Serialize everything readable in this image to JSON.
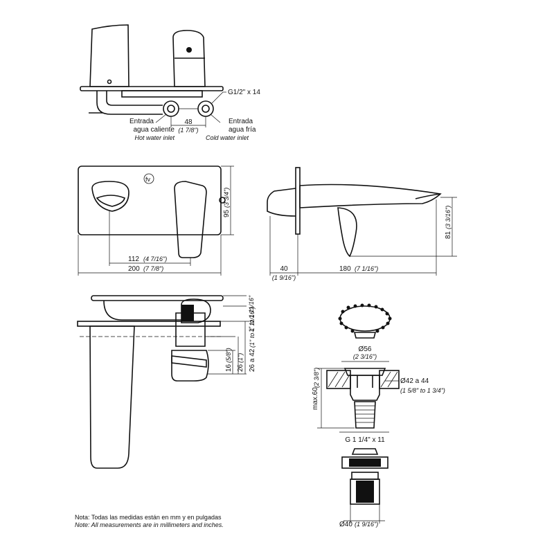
{
  "top_view": {
    "thread": "G1/2\" x 14",
    "spacing": "48",
    "spacing_in": "(1 7/8\")",
    "hot_es": [
      "Entrada",
      "agua caliente"
    ],
    "hot_en": "Hot water inlet",
    "cold_es": [
      "Entrada",
      "agua fría"
    ],
    "cold_en": "Cold water inlet"
  },
  "front_view": {
    "height": "95",
    "height_in": "(3 3/4\")",
    "offset": "112",
    "offset_in": "(4 7/16\")",
    "width": "200",
    "width_in": "(7 7/8\")",
    "logo": "fv"
  },
  "side_view": {
    "depth": "40",
    "depth_in": "(1 9/16\")",
    "reach": "180",
    "reach_in": "(7 1/16\")",
    "spout_height": "81",
    "spout_height_in": "(3 3/16\")"
  },
  "section_view": {
    "wall_range": "1\" to 1 11/16\"",
    "dim16": "16",
    "dim16_in": "(5/8\")",
    "dim26": "26",
    "dim26_in": "(1\")",
    "dim26_42": "26 a 42",
    "dim26_42_in": "(1\" to 1 11/16\")"
  },
  "drain": {
    "top_dia": "Ø56",
    "top_dia_in": "(2 3/16\")",
    "hole_dia": "Ø42 a 44",
    "hole_dia_in": "(1 5/8\" to 1 3/4\")",
    "max_thick": "max.60",
    "max_thick_in": "(2 3/8\")",
    "thread": "G 1 1/4\" x 11",
    "bottom_dia": "Ø40",
    "bottom_dia_in": "(1 9/16\")"
  },
  "notes": {
    "es": "Nota: Todas las medidas están en mm y en pulgadas",
    "en": "Note: All measurements are in millimeters and inches."
  }
}
